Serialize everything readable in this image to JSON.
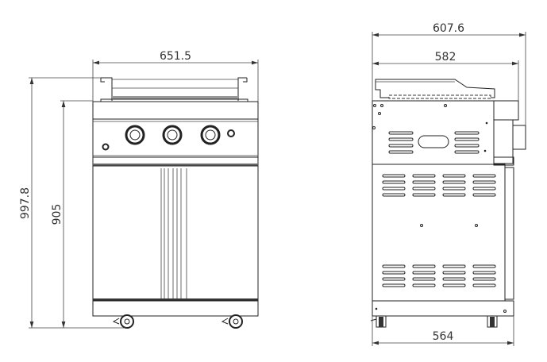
{
  "front_view": {
    "dimensions": {
      "width": "651.5",
      "total_height": "997.8",
      "body_height": "905"
    },
    "knobs": 3
  },
  "side_view": {
    "dimensions": {
      "overall_depth": "607.6",
      "top_depth": "582",
      "base_depth": "564"
    }
  },
  "colors": {
    "line": "#222222",
    "background": "#ffffff"
  }
}
